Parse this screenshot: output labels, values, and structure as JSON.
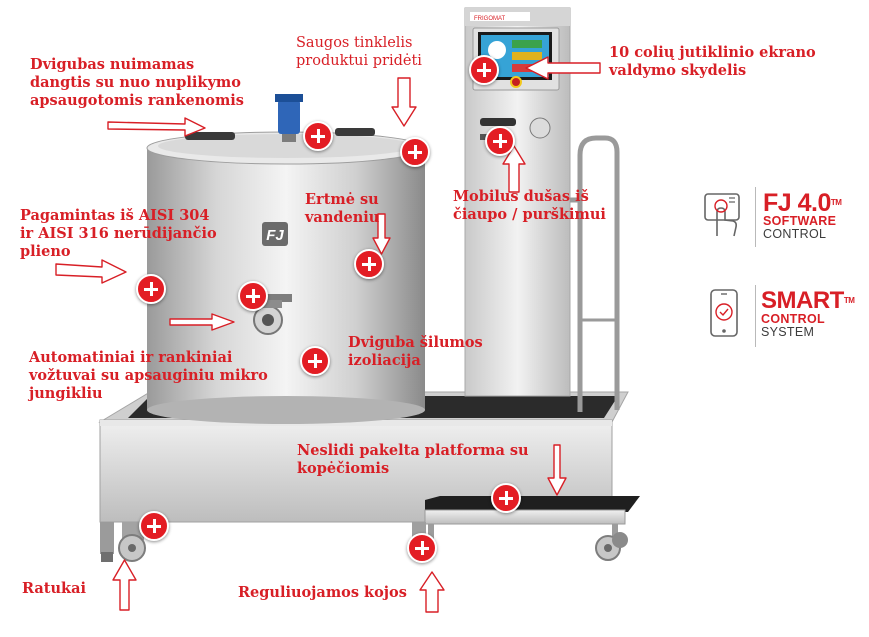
{
  "colors": {
    "accent": "#d81f26",
    "steel_light": "#e9e9e9",
    "steel_dark": "#8c8c8c"
  },
  "labels": {
    "lid": "Dvigubas nuimamas\ndangtis su nuo nuplikymo\napsaugotomis rankenomis",
    "grid": "Saugos tinklelis\nproduktui pridėti",
    "screen": "10 colių jutiklinio ekrano\nvaldymo skydelis",
    "steel": "Pagamintas iš AISI 304\nir AISI 316 nerūdijančio\nplieno",
    "water": "Ertmė su\nvandeniu",
    "shower": "Mobilus dušas iš\nčiaupo / purškimui",
    "insulation": "Dviguba šilumos\nizoliacija",
    "valves": "Automatiniai ir rankiniai\nvožtuvai su apsauginiu mikro\njungikliu",
    "platform": "Neslidi pakelta platforma su\nkopėčiomis",
    "wheels": "Ratukai",
    "legs": "Reguliuojamos kojos"
  },
  "badges": {
    "fj40": {
      "title": "FJ 4.0",
      "tm": "TM",
      "line1": "SOFTWARE",
      "line2": "CONTROL",
      "icon": "touch-hand-icon"
    },
    "smart": {
      "title": "SMART",
      "tm": "TM",
      "line1": "CONTROL",
      "line2": "SYSTEM",
      "icon": "smartphone-check-icon"
    }
  },
  "machine": {
    "logo": "FJ",
    "panel_brand": "FRIGOMAT"
  }
}
